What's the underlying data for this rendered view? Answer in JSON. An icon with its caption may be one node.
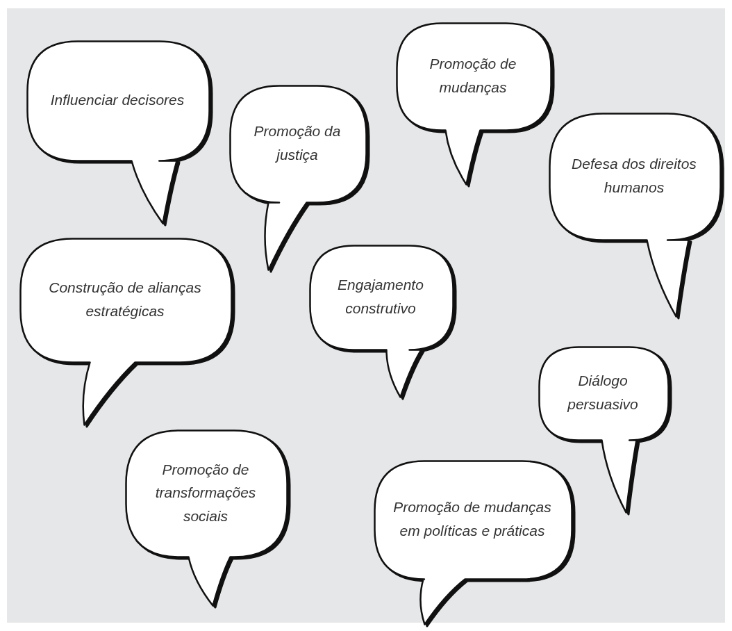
{
  "diagram": {
    "nodes": [
      {
        "text": [
          "Influenciar decisores"
        ]
      },
      {
        "text": [
          "Promoção da justiça"
        ]
      },
      {
        "text": [
          "Promoção de mudanças"
        ]
      },
      {
        "text": [
          "Defesa dos direitos humanos"
        ]
      },
      {
        "text": [
          "Construção de alianças estratégicas"
        ]
      },
      {
        "text": [
          "Engajamento construtivo"
        ]
      },
      {
        "text": [
          "Diálogo persuasivo"
        ]
      },
      {
        "text": [
          "Promoção de transformações sociais"
        ]
      },
      {
        "text": [
          "Promoção de mudanças em políticas e práticas"
        ]
      }
    ]
  }
}
